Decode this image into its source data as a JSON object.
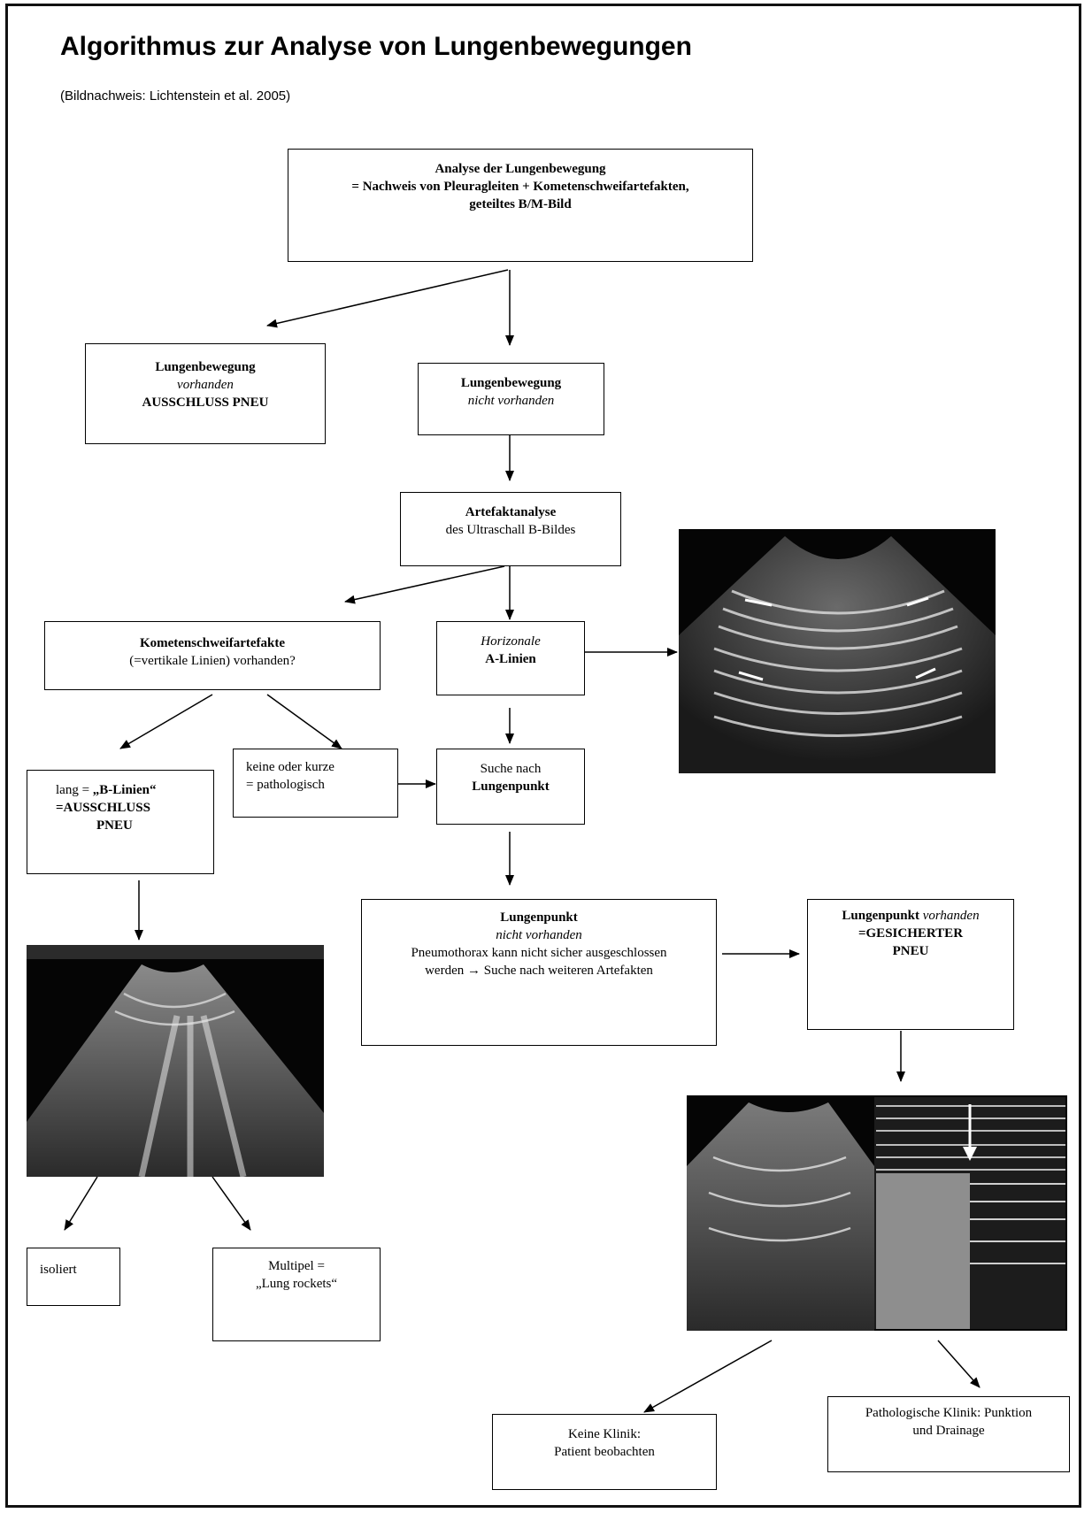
{
  "header": {
    "title": "Algorithmus zur Analyse von Lungenbewegungen",
    "source": "(Bildnachweis: Lichtenstein et al. 2005)"
  },
  "nodes": {
    "analyse": {
      "line1": "Analyse der Lungenbewegung",
      "line2": "= Nachweis von Pleuragleiten + Kometenschweifartefakten,",
      "line3": "geteiltes B/M-Bild"
    },
    "vorhanden": {
      "line1": "Lungenbewegung",
      "line2": "vorhanden",
      "line3": "AUSSCHLUSS PNEU"
    },
    "nicht_vorhanden": {
      "line1": "Lungenbewegung",
      "line2": "nicht vorhanden"
    },
    "artefakt": {
      "line1": "Artefaktanalyse",
      "line2": "des Ultraschall B-Bildes"
    },
    "kometen": {
      "line1": "Kometenschweifartefakte",
      "line2": "(=vertikale Linien) vorhanden?"
    },
    "horizontale": {
      "line1": "Horizonale",
      "line2": "A-Linien"
    },
    "lang": {
      "line1a": "lang = ",
      "line1b": "„B-Linien“",
      "line2": "=AUSSCHLUSS",
      "line3": "PNEU"
    },
    "keine_kurze": {
      "line1": "keine oder kurze",
      "line2": "= pathologisch"
    },
    "suche": {
      "line1": "Suche nach",
      "line2": "Lungenpunkt"
    },
    "punkt_nicht": {
      "line1": "Lungenpunkt",
      "line2": "nicht vorhanden",
      "line3": "Pneumothorax kann nicht sicher ausgeschlossen",
      "line4": "werden → Suche nach weiteren Artefakten"
    },
    "punkt_vorhanden": {
      "line1a": "Lungenpunkt",
      "line1b": " vorhanden",
      "line2": "=GESICHERTER",
      "line3": "PNEU"
    },
    "isoliert": {
      "line1": "isoliert"
    },
    "multipel": {
      "line1": "Multipel =",
      "line2": "„Lung rockets“"
    },
    "keine_klinik": {
      "line1": "Keine Klinik:",
      "line2": "Patient beobachten"
    },
    "pathologische": {
      "line1": "Pathologische Klinik: Punktion",
      "line2": "und Drainage"
    }
  },
  "images": {
    "a_lines": {
      "icon": "ultrasound-a-lines-image"
    },
    "b_lines": {
      "icon": "ultrasound-b-lines-image"
    },
    "m_mode": {
      "icon": "ultrasound-m-mode-image"
    }
  }
}
